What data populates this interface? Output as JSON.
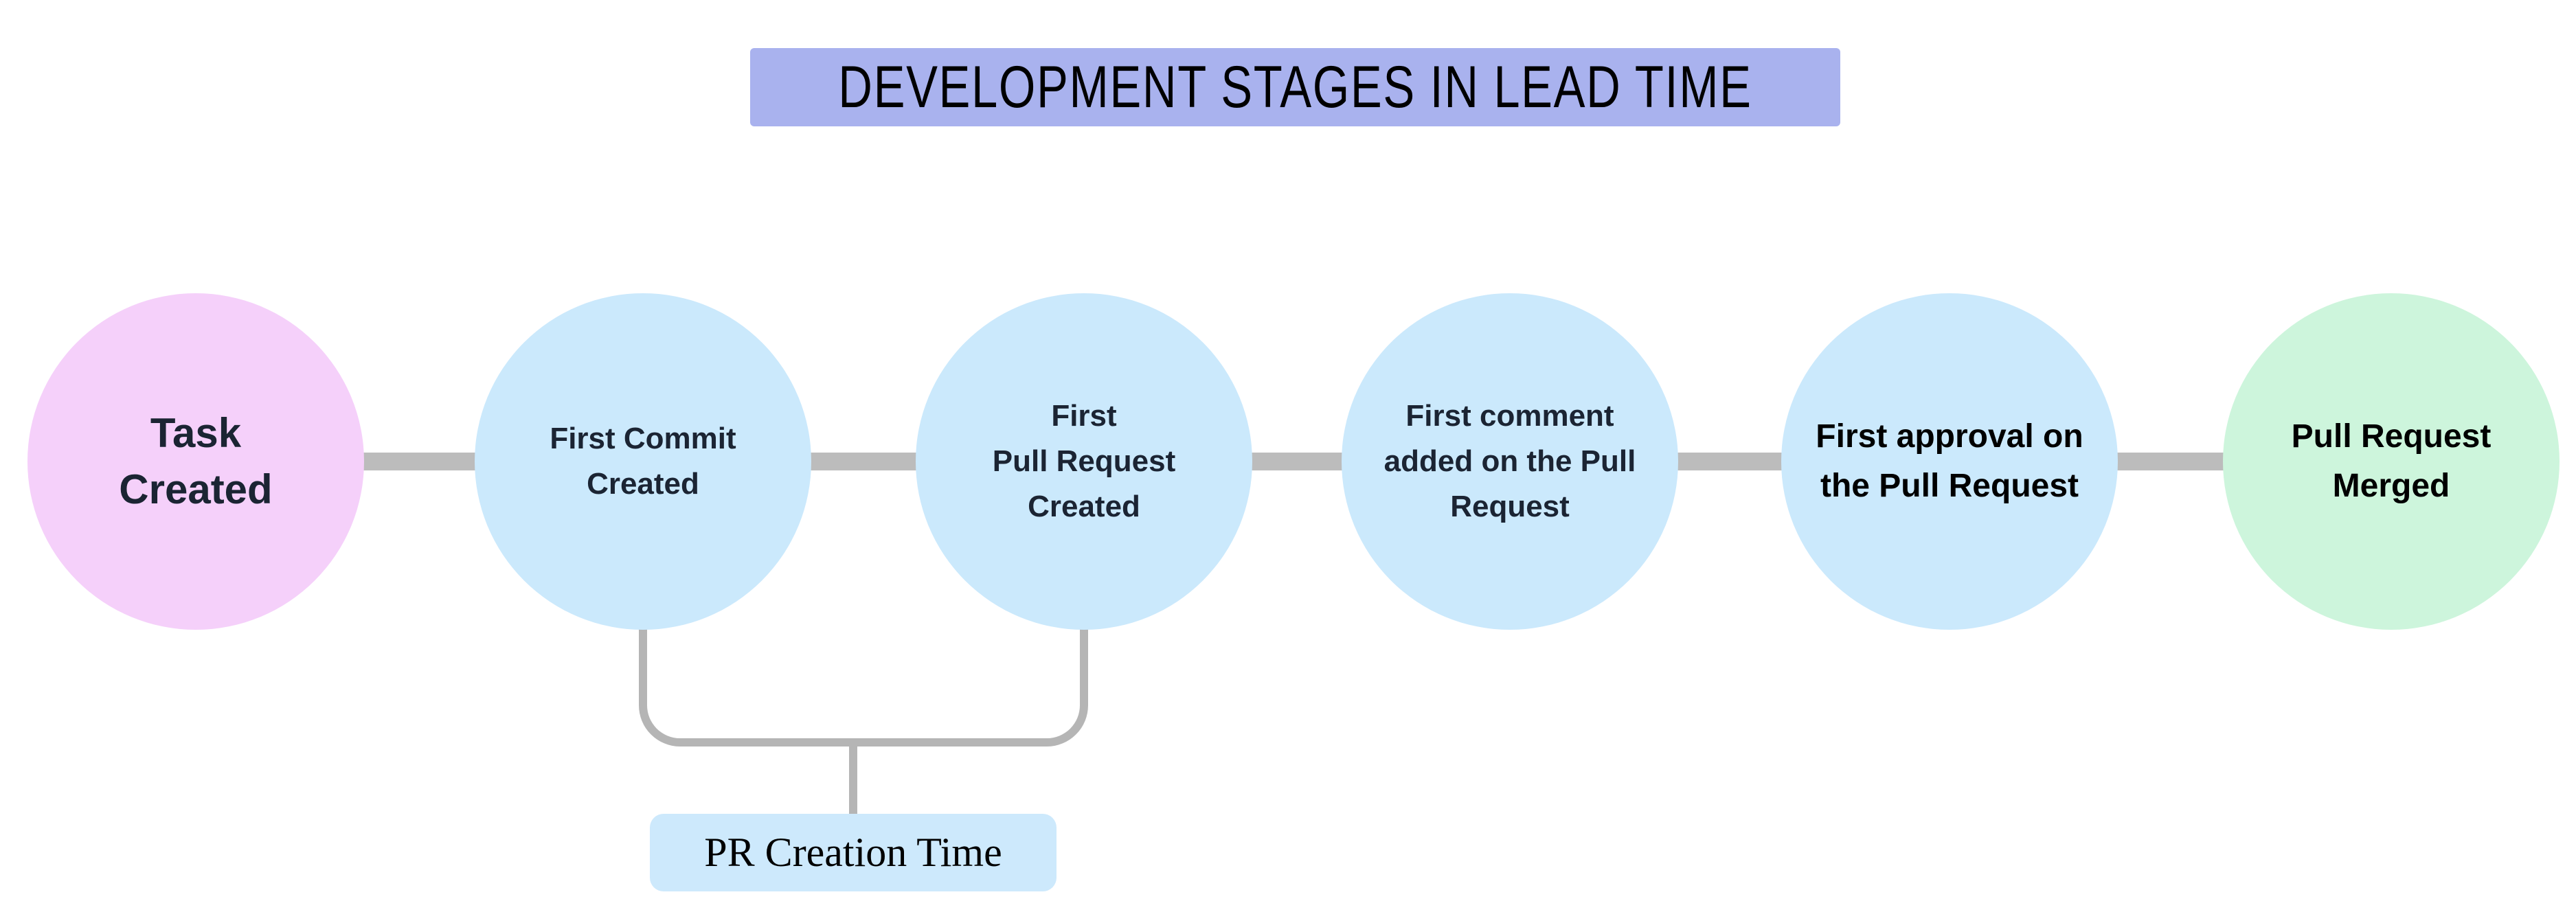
{
  "title": {
    "text": "DEVELOPMENT STAGES IN LEAD TIME"
  },
  "stages": [
    {
      "id": "task-created",
      "label": "Task\nCreated"
    },
    {
      "id": "first-commit-created",
      "label": "First Commit\nCreated"
    },
    {
      "id": "first-pull-request-created",
      "label": "First\nPull Request\nCreated"
    },
    {
      "id": "first-comment-added",
      "label": "First comment\nadded on the Pull\nRequest"
    },
    {
      "id": "first-approval",
      "label": "First approval on\nthe Pull Request"
    },
    {
      "id": "pull-request-merged",
      "label": "Pull Request\nMerged"
    }
  ],
  "annotation": {
    "label": "PR Creation Time",
    "connects": [
      "first-commit-created",
      "first-pull-request-created"
    ]
  },
  "colors": {
    "title_bg": "#a9b2ee",
    "stage_pink": "#f5d0fa",
    "stage_blue": "#cbe9fc",
    "stage_green": "#cdf5dc",
    "annotation_bg": "#cde9fc",
    "connector": "#bcbcbc",
    "bracket": "#b5b5b5",
    "text_dark": "#1b2433",
    "text_black": "#000000"
  }
}
